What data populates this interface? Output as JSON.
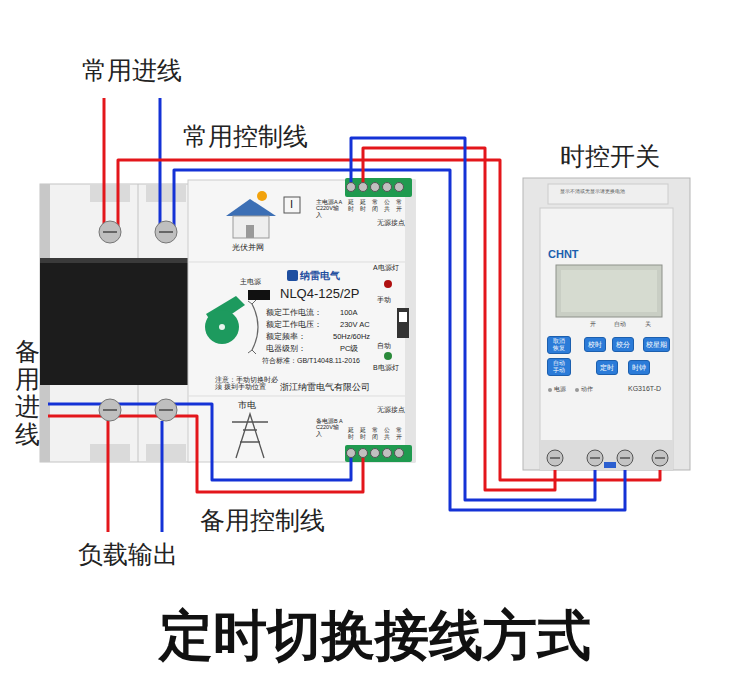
{
  "diagram": {
    "title": "定时切换接线方式",
    "nodes": [
      {
        "text": [
          "纳雷电气",
          "NLQ4-125/2P",
          "额定工作电流：",
          "100A",
          "额定工作电压：",
          "230V AC",
          "额定频率：",
          "50Hz/60Hz",
          "电器级别：",
          "PC级",
          "符合标准：GB/T14048.11-2016",
          "浙江纳雷电气有限公司",
          "光伏并网",
          "I",
          "主电源",
          "A电源灯",
          "B电源灯",
          "手动",
          "自动",
          "注意：手动切换时必须 拨到手动位置",
          "市电"
        ]
      },
      {
        "text": [
          "主电源A AC220V输入",
          "延时",
          "延时",
          "常闭",
          "公共",
          "常开",
          "无源接点"
        ],
        "in": 0
      },
      {
        "text": [
          "无源接点",
          "备电源B AC220V输入",
          "延时",
          "延时",
          "常闭",
          "公共",
          "常开"
        ],
        "in": 0
      },
      {
        "text": [
          "显示不清或无显示请更换电池",
          "CHNT",
          "开",
          "自动",
          "关",
          "电源",
          "动作",
          "KG316T-D"
        ]
      },
      {
        "text": [
          "取消 恢复"
        ],
        "in": 3
      },
      {
        "text": [
          "校时"
        ],
        "in": 3
      },
      {
        "text": [
          "校分"
        ],
        "in": 3
      },
      {
        "text": [
          "校星期"
        ],
        "in": 3
      },
      {
        "text": [
          "自动 手动"
        ],
        "in": 3
      },
      {
        "text": [
          "定时"
        ],
        "in": 3
      },
      {
        "text": [
          "时钟"
        ],
        "in": 3
      }
    ],
    "edges": [
      {
        "from": 0,
        "to": 3,
        "arrow": "none"
      },
      {
        "from": 0,
        "to": 3,
        "arrow": "none"
      },
      {
        "from": 1,
        "to": 3,
        "arrow": "none"
      },
      {
        "from": 1,
        "to": 3,
        "arrow": "none"
      }
    ],
    "labels": [
      "常用进线",
      "常用控制线",
      "时控开关",
      "备用进线",
      "备用控制线",
      "负载输出"
    ]
  }
}
